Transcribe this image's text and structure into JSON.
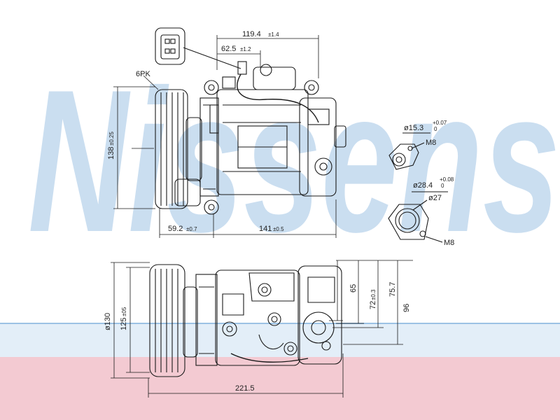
{
  "colors": {
    "watermark_blue": "#b9d3ec",
    "band_pink": "#f3cad2",
    "line_blue": "#9cc2e4",
    "ink": "#1a1a1a"
  },
  "watermark": {
    "text": "Nissens"
  },
  "dimensions": {
    "top_width": "119.4",
    "top_width_tol": "±1.4",
    "connector_offset": "62.5",
    "connector_offset_tol": "±1.2",
    "belt_type": "6PK",
    "height": "138",
    "height_tol": "±0.25",
    "pulley_offset": "59.2",
    "pulley_offset_tol": "±0.7",
    "body_length": "141",
    "body_length_tol": "±0.5",
    "port1_dia": "ø15.3",
    "port1_tol_plus": "+0.07",
    "port1_tol_minus": "0",
    "port1_thread": "M8",
    "port2_dia": "ø28.4",
    "port2_tol_plus": "+0.08",
    "port2_tol_minus": "0",
    "port2_inner": "ø27",
    "port2_thread": "M8",
    "pulley_dia": "ø130",
    "pulley_groove_dia": "125",
    "pulley_groove_tol": "±05",
    "mount_65": "65",
    "mount_72": "72",
    "mount_72_tol": "±0.3",
    "mount_757": "75.7",
    "mount_96": "96",
    "total_length": "221.5"
  }
}
